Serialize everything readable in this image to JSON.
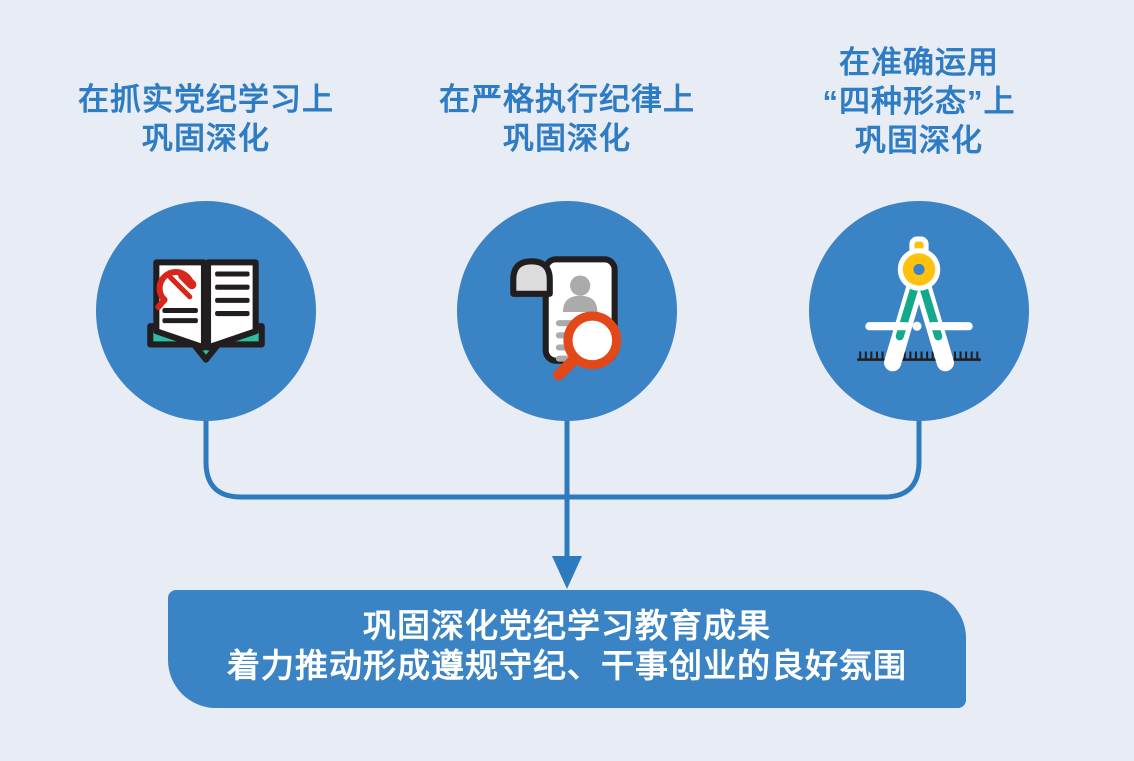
{
  "colors": {
    "background": "#e8ecf5",
    "accent_blue": "#3a83c5",
    "connector_blue": "#2e7abf",
    "heading_blue": "#2e7cc3",
    "icon_outline": "#221e1f",
    "teal": "#2fbd9f",
    "compass_teal": "#13a98c",
    "yellow": "#ffc10e",
    "red": "#d9261c",
    "orange": "#e34819",
    "gray": "#ababab",
    "light_gray": "#dcdcdc",
    "white": "#ffffff"
  },
  "columns": [
    {
      "icon": "party-handbook-icon",
      "label_lines": [
        "在抓实党纪学习上",
        "巩固深化"
      ]
    },
    {
      "icon": "inspection-document-icon",
      "label_lines": [
        "在严格执行纪律上",
        "巩固深化"
      ]
    },
    {
      "icon": "drafting-compass-icon",
      "label_lines": [
        "在准确运用",
        "“四种形态”上",
        "巩固深化"
      ]
    }
  ],
  "conclusion": {
    "lines": [
      "巩固深化党纪学习教育成果",
      "着力推动形成遵规守纪、干事创业的良好氛围"
    ]
  }
}
